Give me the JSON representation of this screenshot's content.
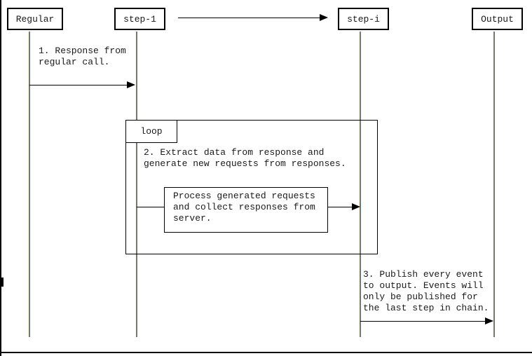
{
  "diagram": {
    "participants": [
      {
        "label": "Regular"
      },
      {
        "label": "step-1"
      },
      {
        "label": "step-i"
      },
      {
        "label": "Output"
      }
    ],
    "loop": {
      "label": "loop"
    },
    "messages": {
      "m1": "1. Response from\nregular call.",
      "m2": "2. Extract data from response and\ngenerate new requests from responses.",
      "process_box": "Process generated requests\nand collect responses from\nserver.",
      "m3": "3. Publish every event\nto output. Events will\nonly be published for\nthe last step in chain."
    },
    "colors": {
      "border": "#000000",
      "text": "#1a1a1a",
      "lifeline_fringe_left": "#a1702e",
      "lifeline_fringe_right": "#4e7cb0",
      "background": "#ffffff"
    }
  }
}
